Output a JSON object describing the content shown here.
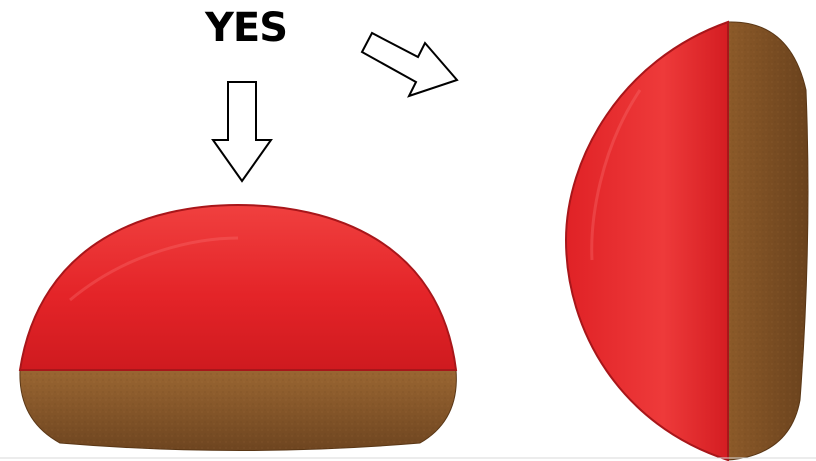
{
  "caption": "YES",
  "colors": {
    "cushion_red": "#e8282b",
    "cushion_red_dark": "#b3141a",
    "base_brown": "#8a5a2b",
    "base_brown_dark": "#5a3716"
  },
  "icons": {
    "down_arrow": "outline-arrow-down",
    "diagonal_arrow": "outline-arrow-down-right"
  }
}
